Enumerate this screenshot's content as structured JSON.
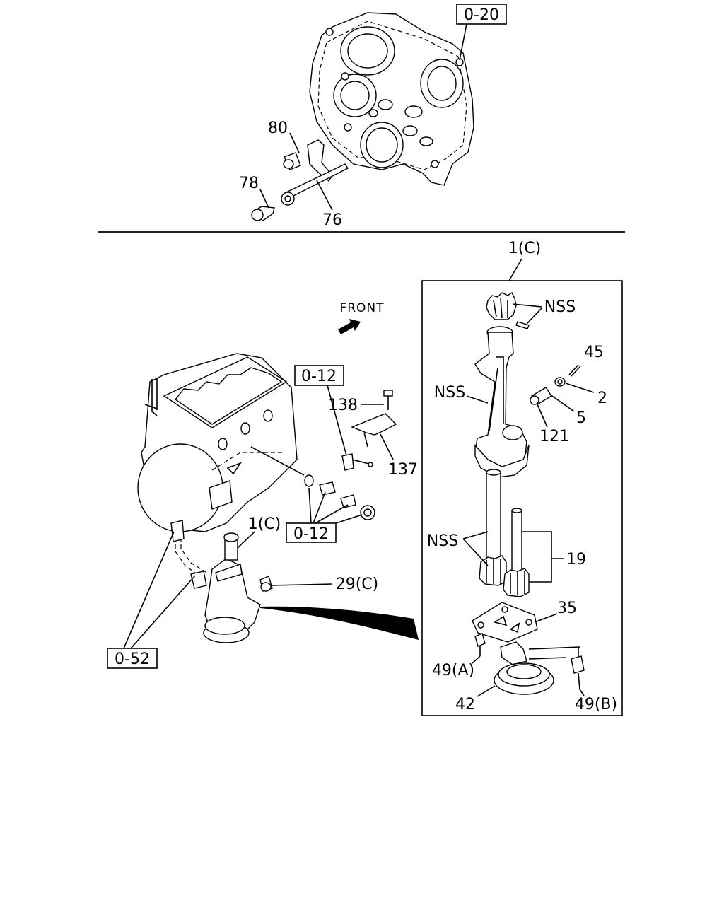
{
  "header_ref": "0-20",
  "top_labels": {
    "p80": "80",
    "p78": "78",
    "p76": "76"
  },
  "lower_labels": {
    "p1c_box": "1(C)",
    "p1c_engine": "1(C)",
    "front": "FRONT",
    "ref_012_top": "0-12",
    "ref_012_bottom": "0-12",
    "ref_052": "0-52",
    "p138": "138",
    "p137": "137",
    "p29c": "29(C)",
    "nss_gear": "NSS",
    "nss_body": "NSS",
    "nss_shaft": "NSS",
    "p45": "45",
    "p2": "2",
    "p5": "5",
    "p121": "121",
    "p19": "19",
    "p35": "35",
    "p49a": "49(A)",
    "p42": "42",
    "p49b": "49(B)"
  }
}
